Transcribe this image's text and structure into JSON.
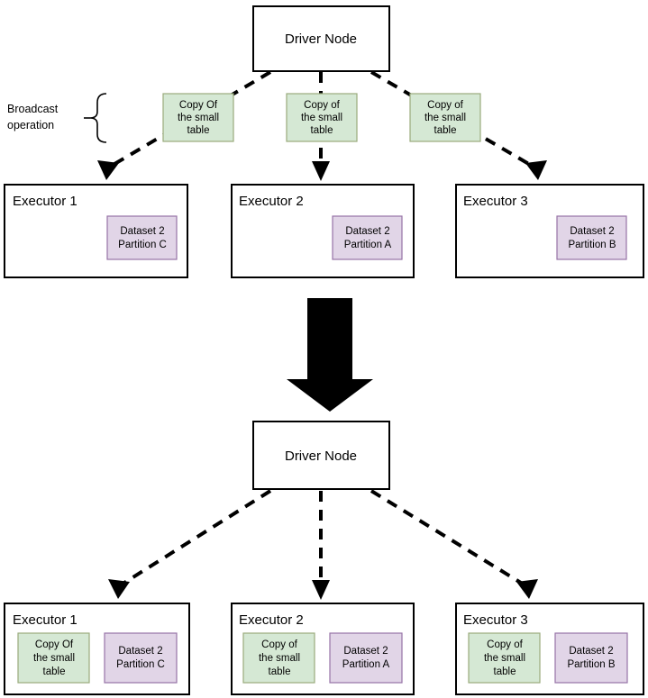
{
  "diagram": {
    "title": "Broadcast join: copy of small table distributed from driver to executors",
    "colors": {
      "green_fill": "#d5e8d4",
      "green_stroke": "#9aab7c",
      "purple_fill": "#e1d5e7",
      "purple_stroke": "#9673a6",
      "box_stroke": "#000000",
      "background": "#ffffff",
      "arrow": "#000000"
    },
    "annotation": {
      "broadcast_label_line1": "Broadcast",
      "broadcast_label_line2": "operation"
    },
    "top_stage": {
      "driver": {
        "label": "Driver Node"
      },
      "broadcast_copies": [
        {
          "line1": "Copy Of",
          "line2": "the small",
          "line3": "table"
        },
        {
          "line1": "Copy of",
          "line2": "the small",
          "line3": "table"
        },
        {
          "line1": "Copy of",
          "line2": "the small",
          "line3": "table"
        }
      ],
      "executors": [
        {
          "name": "Executor 1",
          "partition_line1": "Dataset 2",
          "partition_line2": "Partition C"
        },
        {
          "name": "Executor 2",
          "partition_line1": "Dataset 2",
          "partition_line2": "Partition A"
        },
        {
          "name": "Executor 3",
          "partition_line1": "Dataset 2",
          "partition_line2": "Partition B"
        }
      ]
    },
    "bottom_stage": {
      "driver": {
        "label": "Driver Node"
      },
      "executors": [
        {
          "name": "Executor 1",
          "copy_line1": "Copy Of",
          "copy_line2": "the small",
          "copy_line3": "table",
          "partition_line1": "Dataset 2",
          "partition_line2": "Partition C"
        },
        {
          "name": "Executor 2",
          "copy_line1": "Copy of",
          "copy_line2": "the small",
          "copy_line3": "table",
          "partition_line1": "Dataset 2",
          "partition_line2": "Partition A"
        },
        {
          "name": "Executor 3",
          "copy_line1": "Copy of",
          "copy_line2": "the small",
          "copy_line3": "table",
          "partition_line1": "Dataset 2",
          "partition_line2": "Partition B"
        }
      ]
    },
    "transition": {
      "icon": "down-arrow-icon"
    }
  }
}
